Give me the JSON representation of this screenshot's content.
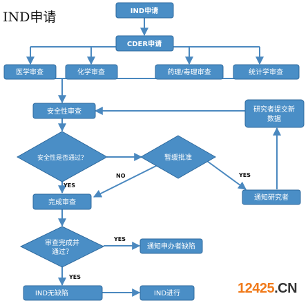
{
  "title": "IND申请",
  "colors": {
    "box_fill": "#4a8ec6",
    "box_stroke": "#2f6a9e",
    "arrow": "#4a88bf",
    "text_on_box": "#ffffff",
    "label_text": "#111111",
    "watermark_orange": "#f07a1a",
    "watermark_dark": "#333333"
  },
  "nodes": {
    "ind_application": "IND申请",
    "cder_application": "CDER申请",
    "medical_review": "医学审查",
    "chemistry_review": "化学审查",
    "pharm_tox_review": "药理/毒理审查",
    "statistics_review": "统计学审查",
    "safety_review": "安全性审查",
    "safety_passed": "安全性是否通过？",
    "suspend_approval": "暂缓批准",
    "researcher_submit_line1": "研究者提交新",
    "researcher_submit_line2": "数据",
    "review_complete": "完成审查",
    "notify_researcher": "通知研究者",
    "review_done_passed_line1": "审查完成并",
    "review_done_passed_line2": "通过？",
    "notify_sponsor_defect": "通知申办者缺陷",
    "ind_no_defect": "IND无缺陷",
    "ind_proceed": "IND进行"
  },
  "edge_labels": {
    "no": "NO",
    "yes_1": "YES",
    "yes_2": "YES",
    "yes_3": "YES",
    "yes_4": "YES"
  },
  "watermark": {
    "number": "12425",
    "tld": ".CN"
  }
}
